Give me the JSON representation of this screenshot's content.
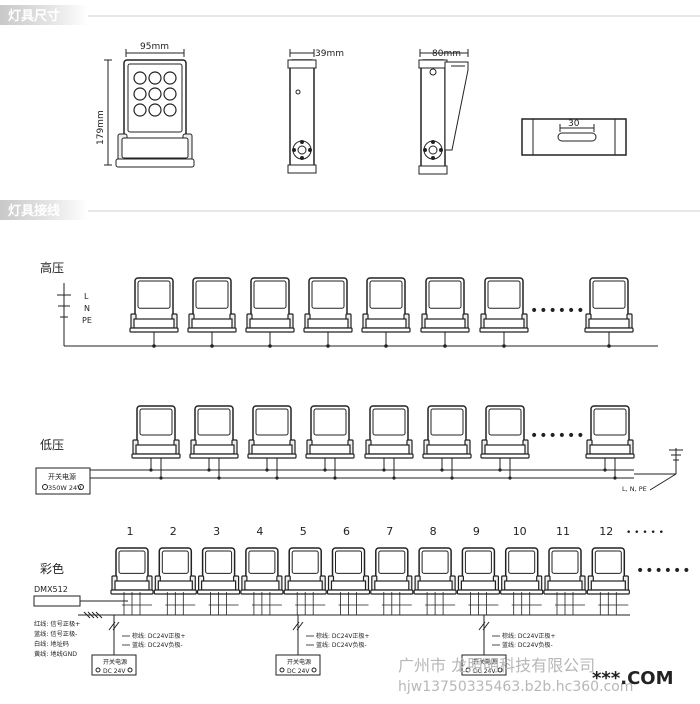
{
  "sections": {
    "dimensions_title": "灯具尺寸",
    "wiring_title": "灯具接线"
  },
  "dimensions": {
    "front_width": "95mm",
    "front_height": "179mm",
    "side_width": "39mm",
    "bracket_width": "80mm",
    "slot_width": "30"
  },
  "high_voltage": {
    "label": "高压",
    "lines": [
      "L",
      "N",
      "PE"
    ],
    "ellipsis": "••••••"
  },
  "low_voltage": {
    "label": "低压",
    "psu_line1": "开关电源",
    "psu_line2": "350W 24V",
    "ground_label": "L, N, PE",
    "ellipsis": "••••••"
  },
  "rgb": {
    "label": "彩色",
    "controller": "DMX512",
    "numbers": [
      "1",
      "2",
      "3",
      "4",
      "5",
      "6",
      "7",
      "8",
      "9",
      "10",
      "11",
      "12"
    ],
    "numbers_ellipsis": "• • • • •",
    "ellipsis": "••••••",
    "legend": [
      "红线: 信号正极+",
      "蓝线: 信号正极-",
      "白线: 地址码",
      "黄线: 地线GND"
    ],
    "power_notes": [
      "棕线: DC24V正极+",
      "蓝线: DC24V负极-"
    ],
    "psu_line1": "开关电源",
    "psu_line2": "DC 24V"
  },
  "watermark": {
    "company": "广州市 龙照明科技有限公司",
    "site": "hjw13750335463.b2b.hc360.com",
    "brand": "***.COM"
  },
  "colors": {
    "section_bar": "#d9d9d9",
    "line": "#222222",
    "watermark": "#b7b7b7"
  }
}
